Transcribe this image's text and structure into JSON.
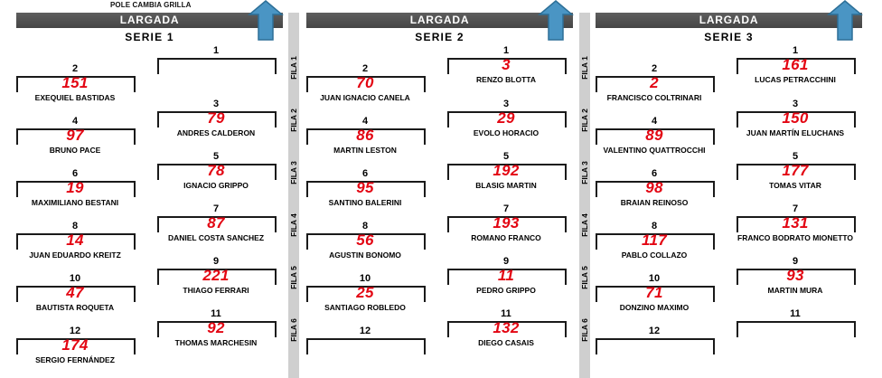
{
  "header_note": "POLE CAMBIA GRILLA",
  "largada_label": "LARGADA",
  "fila_labels": [
    "FILA 1",
    "FILA 2",
    "FILA 3",
    "FILA 4",
    "FILA 5",
    "FILA 6"
  ],
  "colors": {
    "number": "#e30613",
    "bar": "#4d4d4d",
    "arrow": "#4a95c4",
    "separator": "#cfcfcf"
  },
  "series": [
    {
      "title": "SERIE 1",
      "slots": [
        {
          "pos": "1",
          "number": "",
          "driver": ""
        },
        {
          "pos": "2",
          "number": "151",
          "driver": "EXEQUIEL BASTIDAS"
        },
        {
          "pos": "3",
          "number": "79",
          "driver": "ANDRES CALDERON"
        },
        {
          "pos": "4",
          "number": "97",
          "driver": "BRUNO PACE"
        },
        {
          "pos": "5",
          "number": "78",
          "driver": "IGNACIO GRIPPO"
        },
        {
          "pos": "6",
          "number": "19",
          "driver": "MAXIMILIANO BESTANI"
        },
        {
          "pos": "7",
          "number": "87",
          "driver": "DANIEL COSTA SANCHEZ"
        },
        {
          "pos": "8",
          "number": "14",
          "driver": "JUAN EDUARDO KREITZ"
        },
        {
          "pos": "9",
          "number": "221",
          "driver": "THIAGO FERRARI"
        },
        {
          "pos": "10",
          "number": "47",
          "driver": "BAUTISTA ROQUETA"
        },
        {
          "pos": "11",
          "number": "92",
          "driver": "THOMAS MARCHESIN"
        },
        {
          "pos": "12",
          "number": "174",
          "driver": "SERGIO FERNÁNDEZ"
        }
      ]
    },
    {
      "title": "SERIE 2",
      "slots": [
        {
          "pos": "1",
          "number": "3",
          "driver": "RENZO BLOTTA"
        },
        {
          "pos": "2",
          "number": "70",
          "driver": "JUAN IGNACIO CANELA"
        },
        {
          "pos": "3",
          "number": "29",
          "driver": "EVOLO HORACIO"
        },
        {
          "pos": "4",
          "number": "86",
          "driver": "MARTIN LESTON"
        },
        {
          "pos": "5",
          "number": "192",
          "driver": "BLASIG MARTIN"
        },
        {
          "pos": "6",
          "number": "95",
          "driver": "SANTINO BALERINI"
        },
        {
          "pos": "7",
          "number": "193",
          "driver": "ROMANO FRANCO"
        },
        {
          "pos": "8",
          "number": "56",
          "driver": "AGUSTIN BONOMO"
        },
        {
          "pos": "9",
          "number": "11",
          "driver": "PEDRO GRIPPO"
        },
        {
          "pos": "10",
          "number": "25",
          "driver": "SANTIAGO ROBLEDO"
        },
        {
          "pos": "11",
          "number": "132",
          "driver": "DIEGO CASAIS"
        },
        {
          "pos": "12",
          "number": "",
          "driver": ""
        }
      ]
    },
    {
      "title": "SERIE 3",
      "slots": [
        {
          "pos": "1",
          "number": "161",
          "driver": "LUCAS PETRACCHINI"
        },
        {
          "pos": "2",
          "number": "2",
          "driver": "FRANCISCO COLTRINARI"
        },
        {
          "pos": "3",
          "number": "150",
          "driver": "JUAN MARTÍN ELUCHANS"
        },
        {
          "pos": "4",
          "number": "89",
          "driver": "VALENTINO QUATTROCCHI"
        },
        {
          "pos": "5",
          "number": "177",
          "driver": "TOMAS VITAR"
        },
        {
          "pos": "6",
          "number": "98",
          "driver": "BRAIAN REINOSO"
        },
        {
          "pos": "7",
          "number": "131",
          "driver": "FRANCO BODRATO MIONETTO"
        },
        {
          "pos": "8",
          "number": "117",
          "driver": "PABLO COLLAZO"
        },
        {
          "pos": "9",
          "number": "93",
          "driver": "MARTIN MURA"
        },
        {
          "pos": "10",
          "number": "71",
          "driver": "DONZINO MAXIMO"
        },
        {
          "pos": "11",
          "number": "",
          "driver": ""
        },
        {
          "pos": "12",
          "number": "",
          "driver": ""
        }
      ]
    }
  ]
}
